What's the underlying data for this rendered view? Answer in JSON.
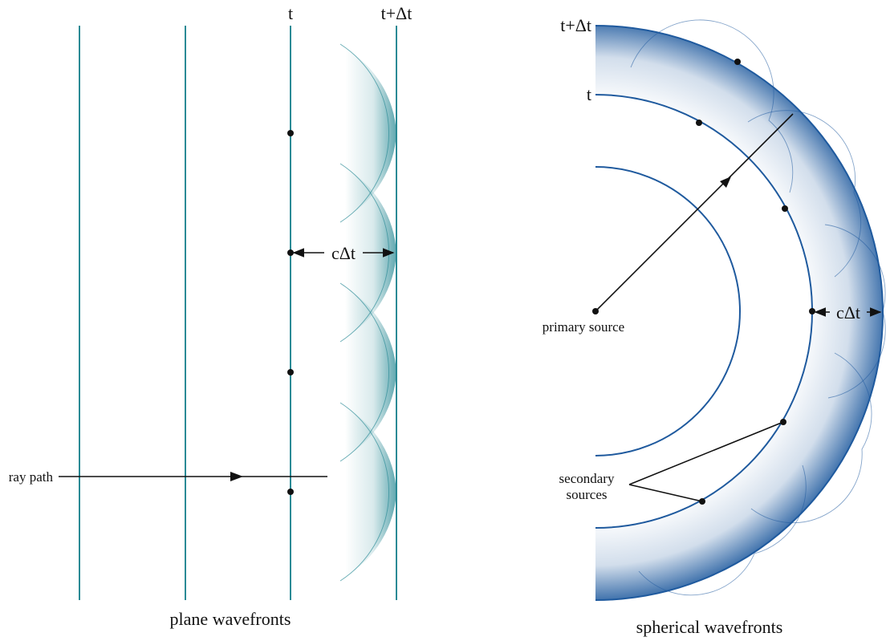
{
  "colors": {
    "plane_front": "#2a8a95",
    "spherical_front": "#1f5a9e",
    "ink": "#111111",
    "background": "#ffffff"
  },
  "plane": {
    "caption": "plane wavefronts",
    "label_t": "t",
    "label_t_dt": "t+Δt",
    "delta_label": "cΔt",
    "ray_label": "ray path"
  },
  "spherical": {
    "caption": "spherical wavefronts",
    "label_t": "t",
    "label_t_dt": "t+Δt",
    "delta_label": "cΔt",
    "primary_label": "primary source",
    "secondary_label_line1": "secondary",
    "secondary_label_line2": "sources"
  }
}
